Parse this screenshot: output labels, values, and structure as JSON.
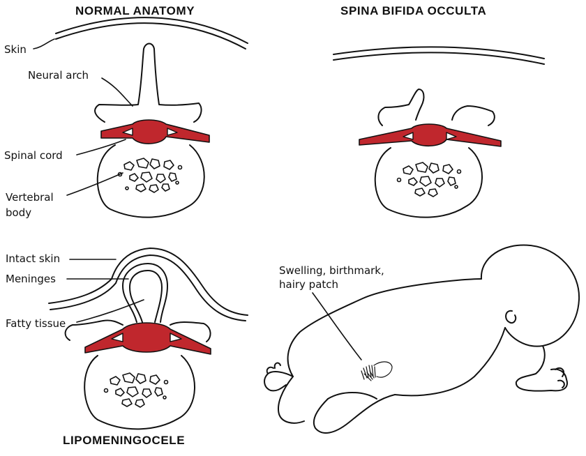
{
  "headings": {
    "normal": "NORMAL ANATOMY",
    "occulta": "SPINA BIFIDA OCCULTA",
    "lipo": "LIPOMENINGOCELE"
  },
  "labels": {
    "skin": "Skin",
    "neural_arch": "Neural arch",
    "spinal_cord": "Spinal cord",
    "vertebral_body_1": "Vertebral",
    "vertebral_body_2": "body",
    "intact_skin": "Intact skin",
    "meninges": "Meninges",
    "fatty_tissue": "Fatty tissue",
    "swelling_1": "Swelling, birthmark,",
    "swelling_2": "hairy patch"
  },
  "colors": {
    "cord": "#c0272d",
    "line": "#111111"
  }
}
